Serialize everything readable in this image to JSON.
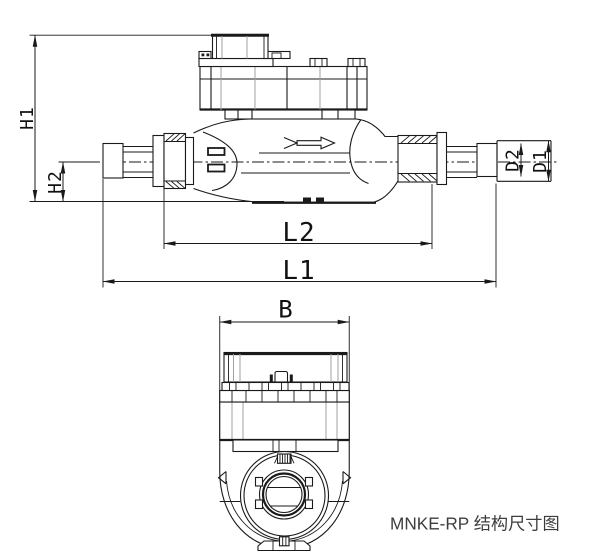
{
  "drawing_caption": "MNKE-RP 结构尺寸图",
  "dimension_labels": {
    "H1": "H1",
    "H2": "H2",
    "L1": "L1",
    "L2": "L2",
    "D1": "D1",
    "D2": "D2",
    "B": "B"
  },
  "colors": {
    "line": "#1a1a1a",
    "construction_line": "#a0a0a0",
    "caption_text": "#3d3d3d",
    "background": "#ffffff"
  }
}
